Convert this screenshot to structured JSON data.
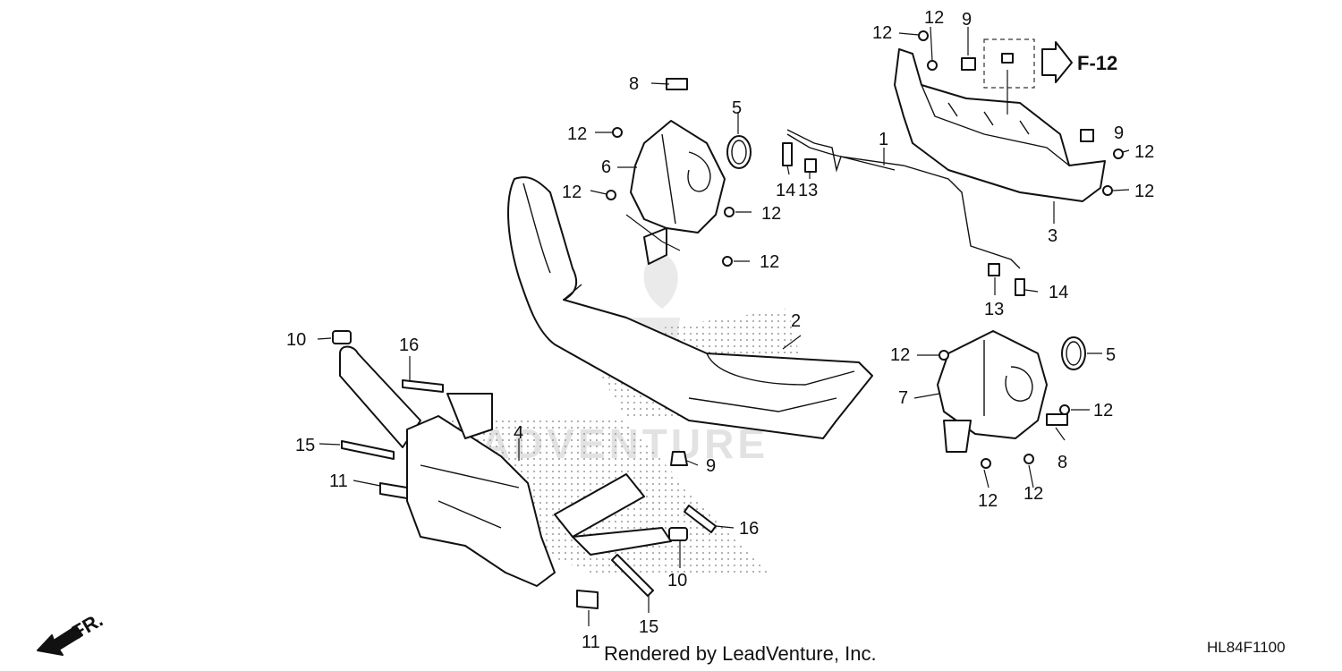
{
  "callouts": {
    "c1": "1",
    "c2": "2",
    "c3": "3",
    "c4": "4",
    "c5a": "5",
    "c5b": "5",
    "c6": "6",
    "c7": "7",
    "c8a": "8",
    "c8b": "8",
    "c9a": "9",
    "c9b": "9",
    "c9c": "9",
    "c10a": "10",
    "c10b": "10",
    "c11a": "11",
    "c11b": "11",
    "c12a": "12",
    "c12b": "12",
    "c12c": "12",
    "c12d": "12",
    "c12e": "12",
    "c12f": "12",
    "c12g": "12",
    "c12h": "12",
    "c12i": "12",
    "c12j": "12",
    "c12k": "12",
    "c12l": "12",
    "c13a": "13",
    "c13b": "13",
    "c14a": "14",
    "c14b": "14",
    "c15a": "15",
    "c15b": "15",
    "c16a": "16",
    "c16b": "16"
  },
  "reference": {
    "label": "F-12"
  },
  "front_label": "FR.",
  "watermark": "LEADVENTURE",
  "footer": {
    "credit": "Rendered by LeadVenture, Inc.",
    "code": "HL84F1100"
  }
}
